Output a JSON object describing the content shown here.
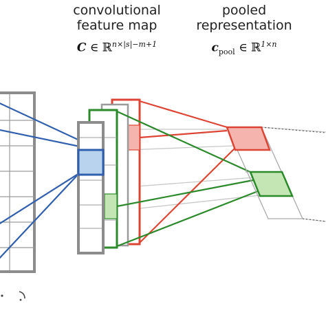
{
  "header": {
    "feature_map_label_line1": "convolutional",
    "feature_map_label_line2": "feature map",
    "pooled_label_line1": "pooled",
    "pooled_label_line2": "representation",
    "feature_map_symbol": "C",
    "feature_map_set": "ℝ",
    "feature_map_dims": "n×|s|−m+1",
    "pooled_symbol": "c",
    "pooled_subscript": "pool",
    "pooled_set": "ℝ",
    "pooled_dims": "1×n",
    "element_of": "∈"
  },
  "colors": {
    "blue": "#2f5fae",
    "red": "#de4433",
    "green": "#2a8a2a",
    "grid": "#8c8c8c",
    "light_line": "#c8c8c8",
    "blue_fill": "#b9d3ee",
    "red_fill": "#f5b5ae",
    "green_fill": "#c4e6b4"
  }
}
